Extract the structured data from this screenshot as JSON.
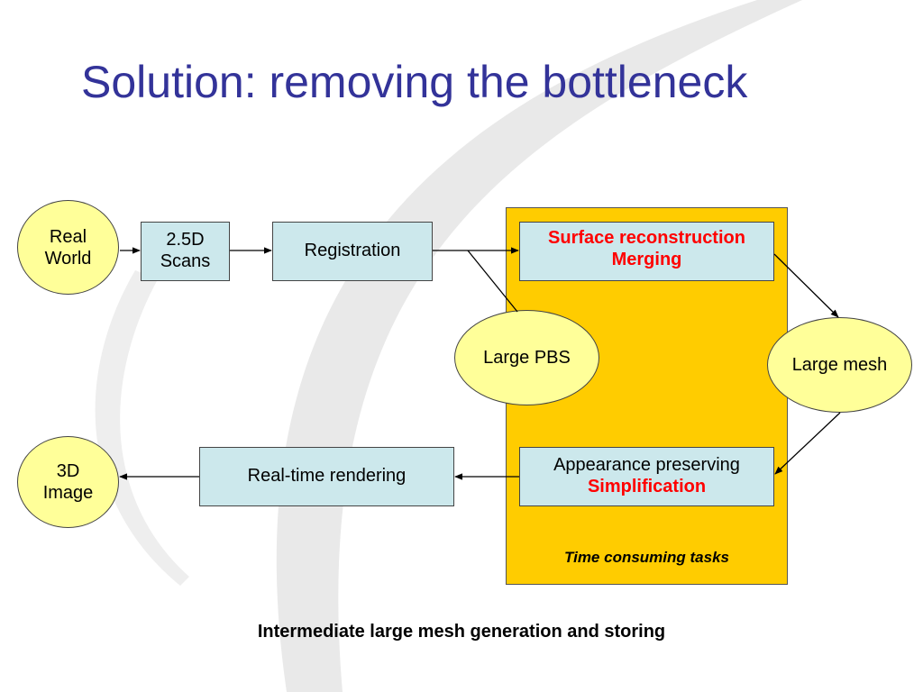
{
  "title": "Solution: removing the bottleneck",
  "nodes": {
    "real_world": {
      "line1": "Real",
      "line2": "World"
    },
    "scans": {
      "line1": "2.5D",
      "line2": "Scans"
    },
    "registration": {
      "label": "Registration"
    },
    "surface": {
      "line1": "Surface reconstruction",
      "line2": "Merging"
    },
    "large_pbs": {
      "label": "Large PBS"
    },
    "large_mesh": {
      "label": "Large mesh"
    },
    "appearance": {
      "line1": "Appearance preserving",
      "line2": "Simplification"
    },
    "realtime": {
      "label": "Real-time rendering"
    },
    "image_3d": {
      "line1": "3D",
      "line2": "Image"
    }
  },
  "panel_caption": "Time consuming tasks",
  "footer": "Intermediate large mesh generation and storing",
  "colors": {
    "title": "#333399",
    "panel": "#ffcc00",
    "box": "#cce8ec",
    "ellipse": "#ffff99",
    "emphasis": "#ff0000",
    "swoosh": "#e8e8e8"
  },
  "icons": [
    "background-swoosh"
  ]
}
